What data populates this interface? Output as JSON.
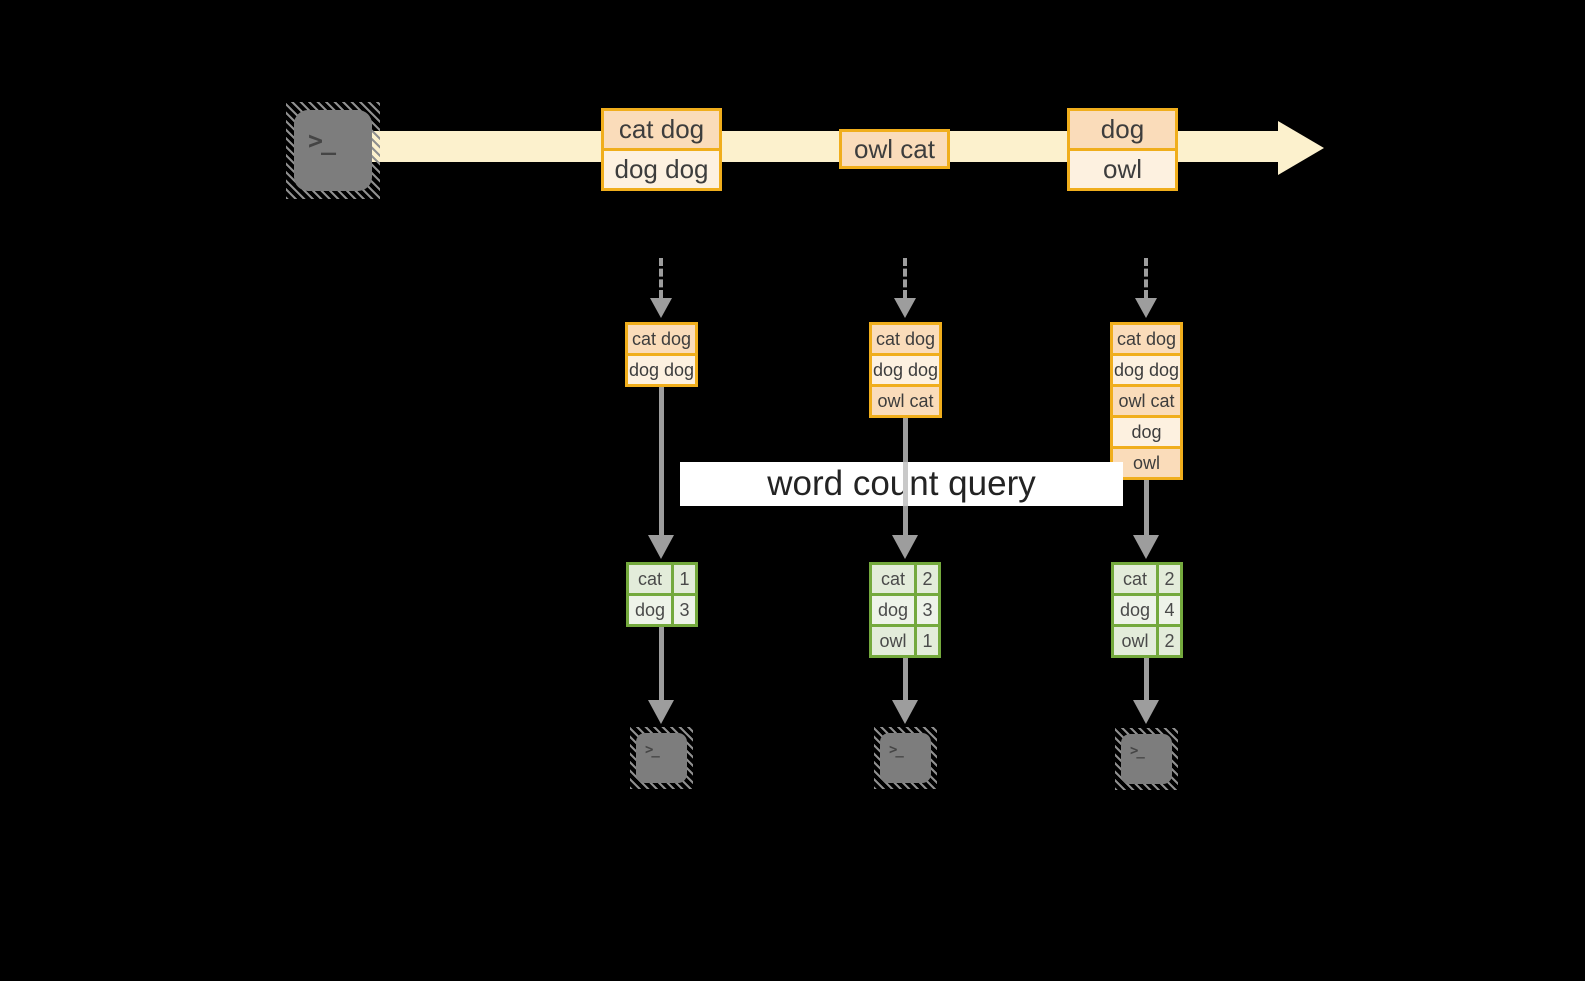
{
  "query_label": "word count query",
  "terminal_glyph": ">_",
  "colors": {
    "background": "#000000",
    "stream_band": "#fcf1cd",
    "event_border": "#f0ae1c",
    "event_fill_peach": "#fadcba",
    "event_fill_cream": "#fdf1e0",
    "count_border": "#74a93d",
    "count_fill_a": "#e3ecda",
    "count_fill_b": "#eef3e9",
    "arrow_gray": "#9d9d9d",
    "terminal_gray": "#7d7d7d",
    "query_box": "#ffffff"
  },
  "stream_boxes": [
    {
      "rows": [
        "cat dog",
        "dog dog"
      ]
    },
    {
      "rows": [
        "owl cat"
      ]
    },
    {
      "rows": [
        "dog",
        "owl"
      ]
    }
  ],
  "columns": [
    {
      "batch_rows": [
        "cat dog",
        "dog dog"
      ],
      "count_rows": [
        [
          "cat",
          "1"
        ],
        [
          "dog",
          "3"
        ]
      ]
    },
    {
      "batch_rows": [
        "cat dog",
        "dog dog",
        "owl cat"
      ],
      "count_rows": [
        [
          "cat",
          "2"
        ],
        [
          "dog",
          "3"
        ],
        [
          "owl",
          "1"
        ]
      ]
    },
    {
      "batch_rows": [
        "cat dog",
        "dog dog",
        "owl cat",
        "dog",
        "owl"
      ],
      "count_rows": [
        [
          "cat",
          "2"
        ],
        [
          "dog",
          "4"
        ],
        [
          "owl",
          "2"
        ]
      ]
    }
  ]
}
